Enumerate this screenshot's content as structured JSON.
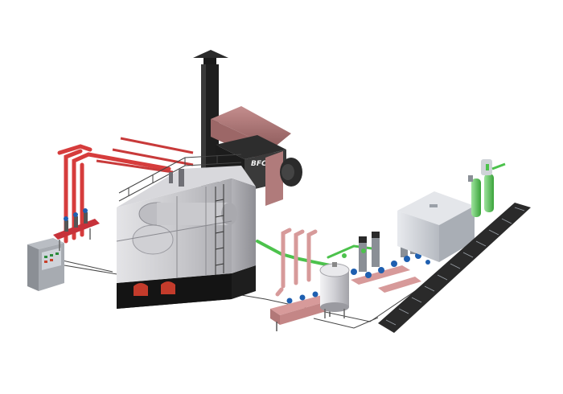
{
  "scene": {
    "subject": "boiler-plant-3d-rendering",
    "boiler_logo_text": "BFCBI"
  },
  "colors": {
    "background": "#ffffff",
    "boiler_body": "#c9c9cc",
    "boiler_base": "#1e1e1e",
    "chimney": "#1c1c1c",
    "flue_duct": "#b07b7b",
    "hot_pipe": "#d63c3c",
    "warm_pipe": "#d79a9a",
    "green_pipe": "#4cc24c",
    "valve_blue": "#1e5fb0",
    "tank": "#cfd3d8",
    "grate": "#2a2a2a"
  },
  "components": [
    "control-cabinet",
    "distribution-header",
    "boiler",
    "chimney",
    "flue-duct",
    "dust-collector",
    "induced-draft-fan",
    "water-tank",
    "softener-columns",
    "deaerator",
    "feed-pumps",
    "slag-grates"
  ]
}
